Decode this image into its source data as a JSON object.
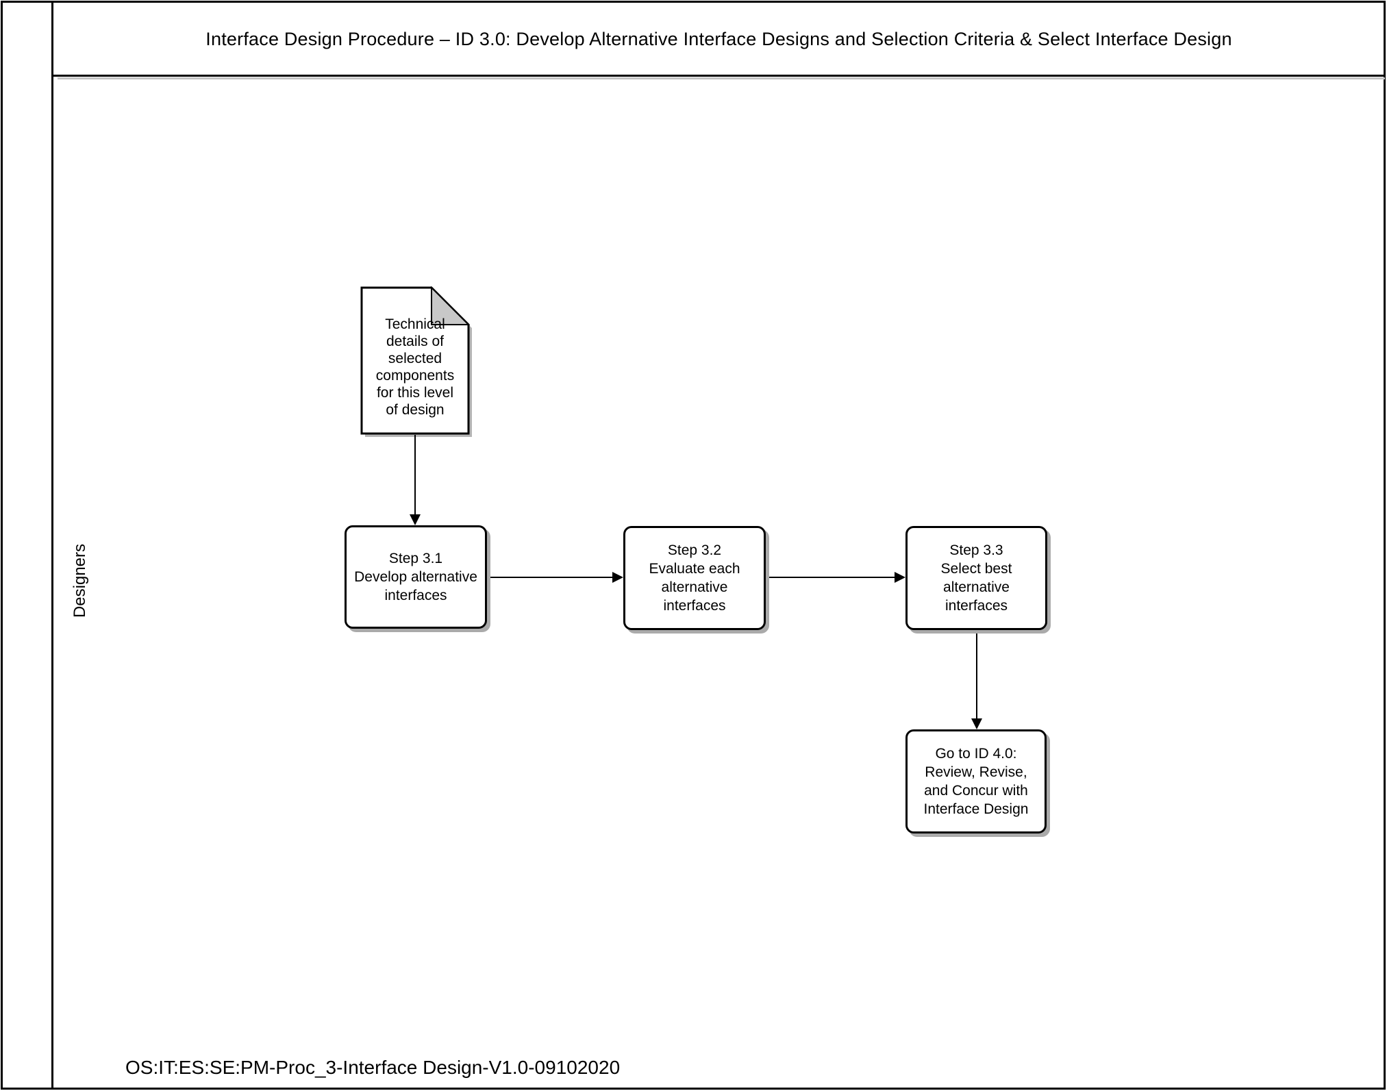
{
  "page": {
    "title": "Interface Design Procedure – ID 3.0: Develop Alternative Interface Designs and Selection Criteria & Select Interface Design",
    "footer": "OS:IT:ES:SE:PM-Proc_3-Interface Design-V1.0-09102020"
  },
  "lane": {
    "label": "Designers"
  },
  "nodes": {
    "document": {
      "type": "document",
      "text": "Technical\ndetails of\nselected\ncomponents\nfor this level\nof design"
    },
    "step31": {
      "type": "process",
      "text": "Step 3.1\nDevelop alternative\ninterfaces"
    },
    "step32": {
      "type": "process",
      "text": "Step 3.2\nEvaluate each\nalternative\ninterfaces"
    },
    "step33": {
      "type": "process",
      "text": "Step 3.3\nSelect best\nalternative\ninterfaces"
    },
    "goto40": {
      "type": "off-page-reference",
      "text": "Go to ID 4.0:\nReview, Revise,\nand Concur with\nInterface Design"
    }
  },
  "connectors": [
    {
      "from": "technical-details-document",
      "to": "step-3-1",
      "direction": "down"
    },
    {
      "from": "step-3-1",
      "to": "step-3-2",
      "direction": "right"
    },
    {
      "from": "step-3-2",
      "to": "step-3-3",
      "direction": "right"
    },
    {
      "from": "step-3-3",
      "to": "go-to-id-4-0",
      "direction": "down"
    }
  ],
  "colors": {
    "line": "#000000",
    "background": "#ffffff",
    "document_fold": "#c8c8c8",
    "shape_shadow": "#aaaaaa"
  }
}
